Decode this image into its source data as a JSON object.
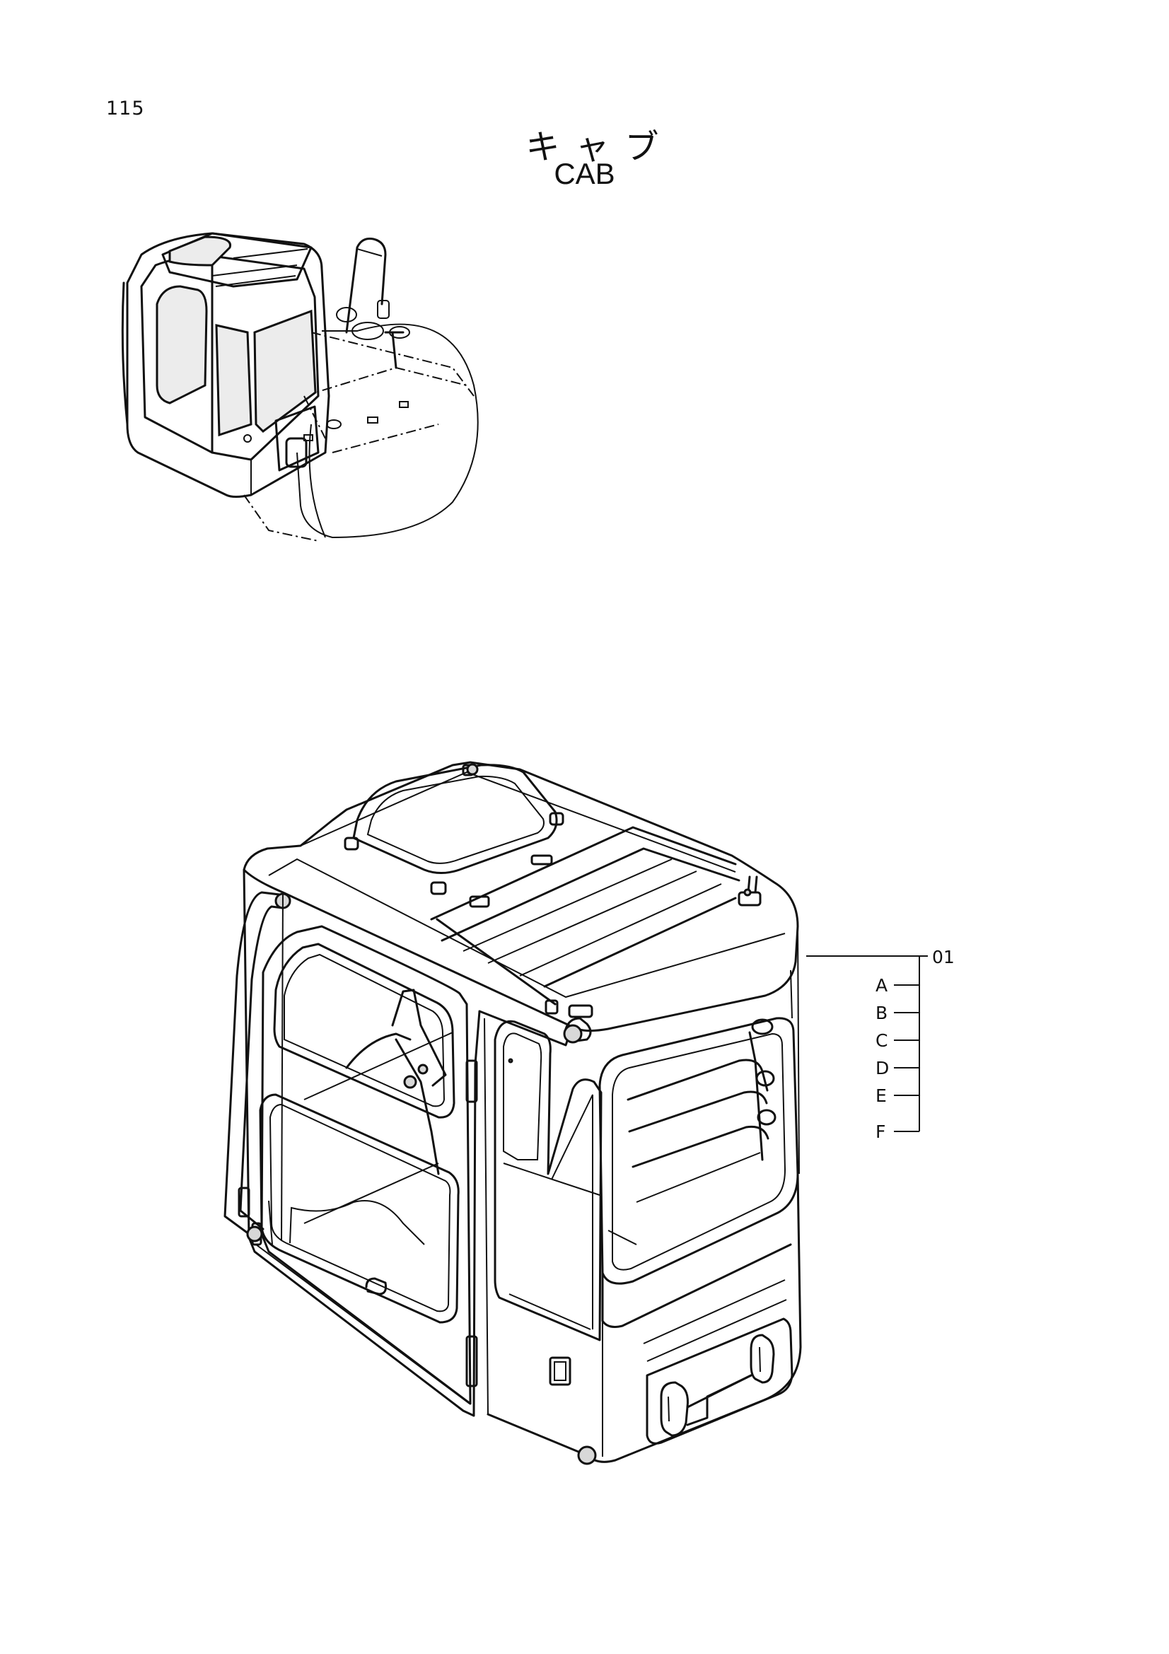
{
  "page": {
    "number": "115",
    "title_jp": "キャブ",
    "title_en": "CAB"
  },
  "callouts": {
    "part": "01",
    "variants": [
      "A",
      "B",
      "C",
      "D",
      "E",
      "F"
    ]
  }
}
